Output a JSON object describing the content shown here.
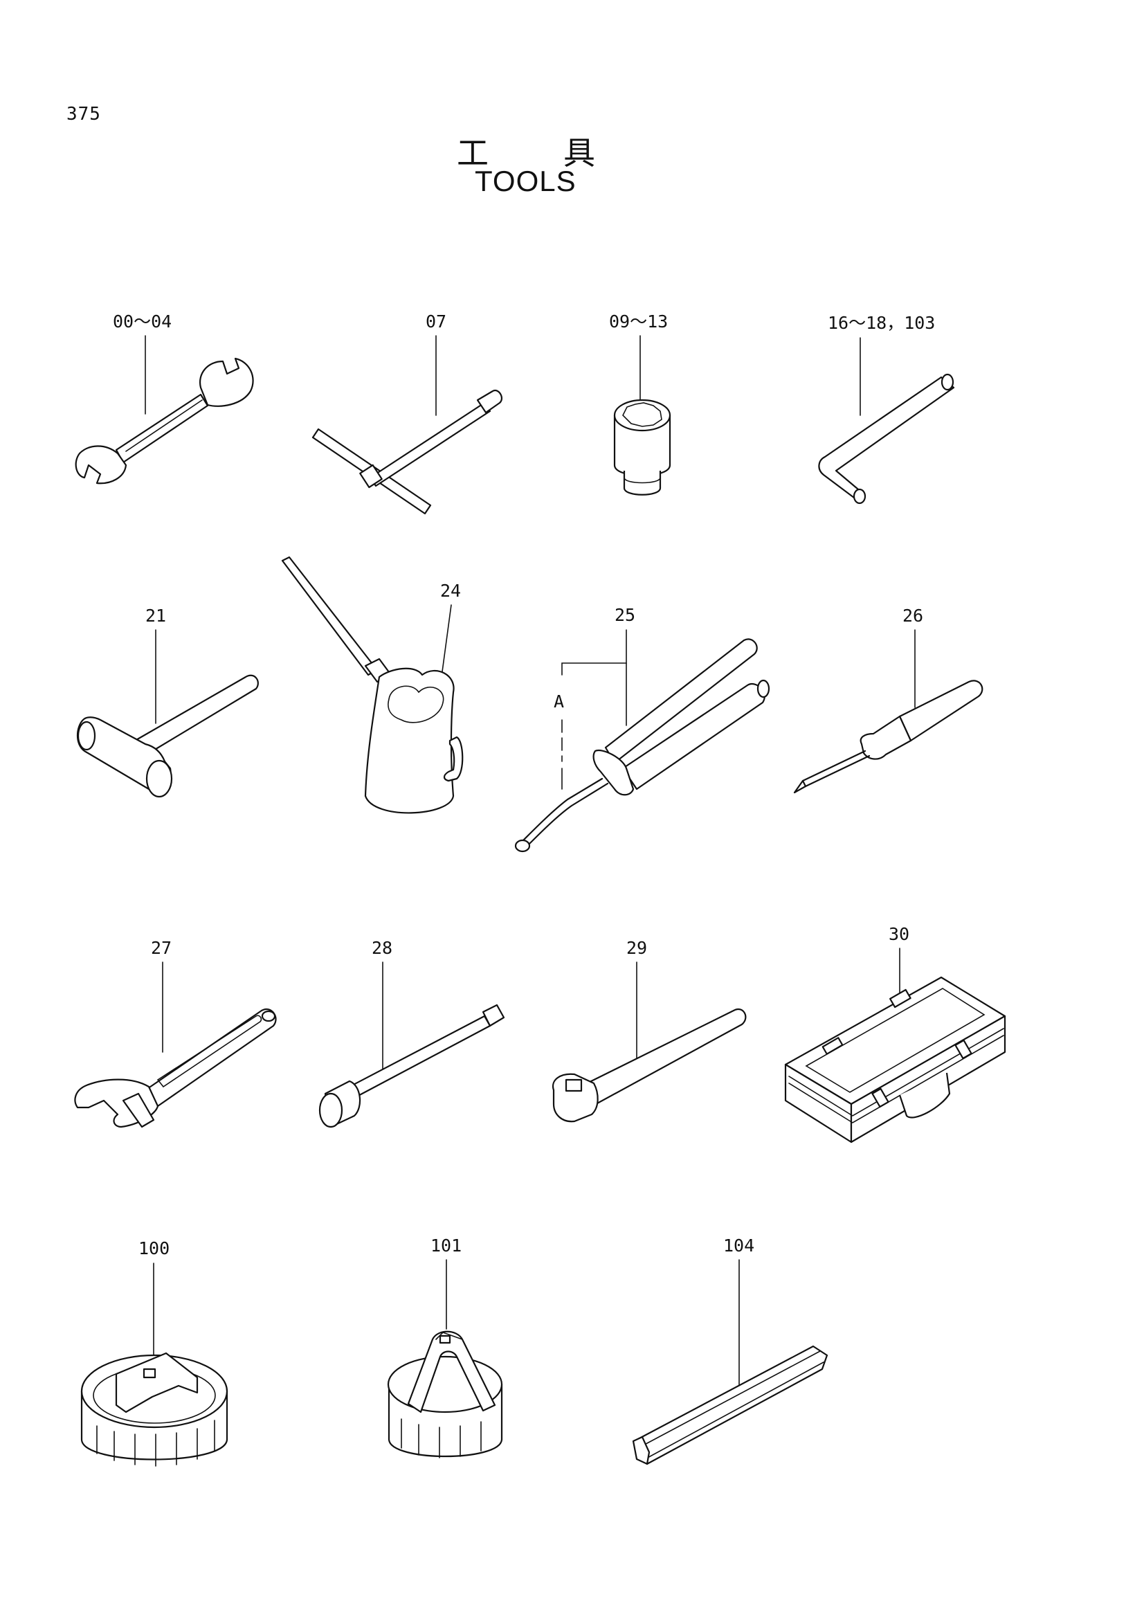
{
  "page_number": "375",
  "title": {
    "cjk_left": "工",
    "cjk_right": "具",
    "english": "TOOLS"
  },
  "callouts": {
    "wrench_set": "00～04",
    "t_wrench": "07",
    "socket_set": "09～13",
    "hex_keys": "16～18，103",
    "hammer": "21",
    "oil_can": "24",
    "grease_gun": "25",
    "grease_gun_assembly": "A",
    "screwdriver": "26",
    "adjustable_wrench": "27",
    "extension_bar": "28",
    "ratchet_handle": "29",
    "tool_box": "30",
    "filter_wrench_1": "100",
    "filter_wrench_2": "101",
    "hex_bar": "104"
  }
}
